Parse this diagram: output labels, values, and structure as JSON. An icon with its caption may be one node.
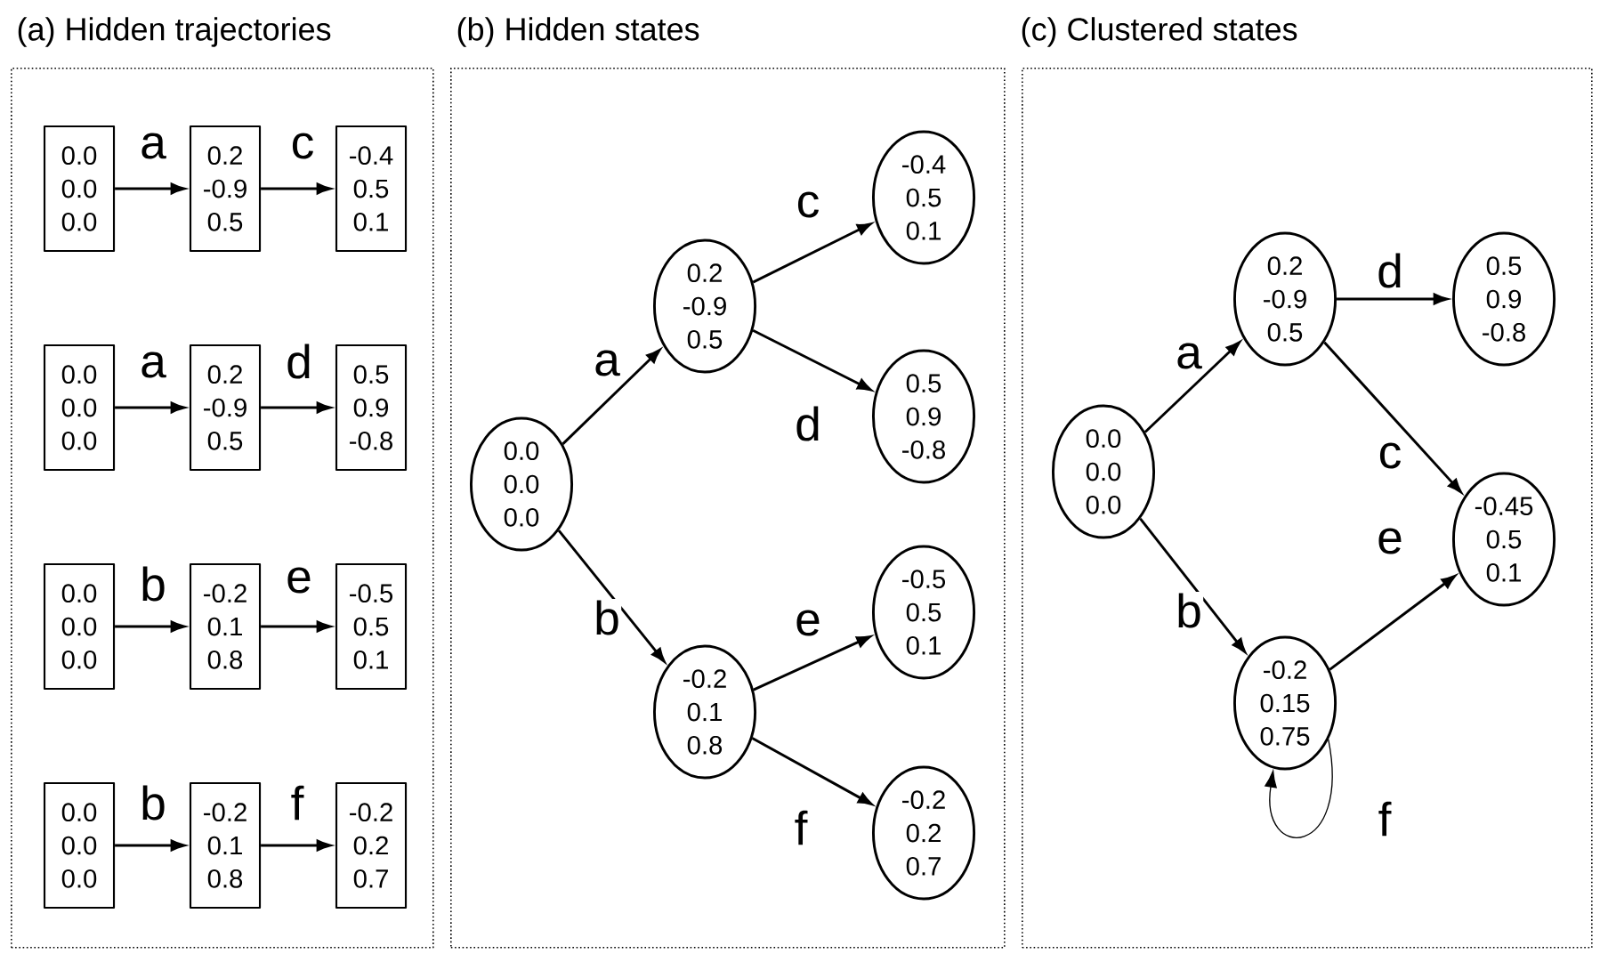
{
  "diagram": {
    "nodes": [
      {
        "text": [
          "(a) Hidden trajectories"
        ]
      },
      {
        "text": [
          "0.0 0.0 0.0"
        ],
        "in": 0
      },
      {
        "text": [
          "0.2 -0.9 0.5"
        ],
        "in": 0
      },
      {
        "text": [
          "-0.4 0.5 0.1"
        ],
        "in": 0
      },
      {
        "text": [
          "0.0 0.0 0.0"
        ],
        "in": 0
      },
      {
        "text": [
          "0.2 -0.9 0.5"
        ],
        "in": 0
      },
      {
        "text": [
          "0.5 0.9 -0.8"
        ],
        "in": 0
      },
      {
        "text": [
          "0.0 0.0 0.0"
        ],
        "in": 0
      },
      {
        "text": [
          "-0.2 0.1 0.8"
        ],
        "in": 0
      },
      {
        "text": [
          "-0.5 0.5 0.1"
        ],
        "in": 0
      },
      {
        "text": [
          "0.0 0.0 0.0"
        ],
        "in": 0
      },
      {
        "text": [
          "-0.2 0.1 0.8"
        ],
        "in": 0
      },
      {
        "text": [
          "-0.2 0.2 0.7"
        ],
        "in": 0
      },
      {
        "text": [
          "(b) Hidden states"
        ]
      },
      {
        "text": [
          "0.0 0.0 0.0"
        ],
        "in": 13
      },
      {
        "text": [
          "0.2 -0.9 0.5"
        ],
        "in": 13
      },
      {
        "text": [
          "-0.4 0.5 0.1"
        ],
        "in": 13
      },
      {
        "text": [
          "0.5 0.9 -0.8"
        ],
        "in": 13
      },
      {
        "text": [
          "-0.2 0.1 0.8"
        ],
        "in": 13
      },
      {
        "text": [
          "-0.5 0.5 0.1"
        ],
        "in": 13
      },
      {
        "text": [
          "-0.2 0.2 0.7"
        ],
        "in": 13
      },
      {
        "text": [
          "(c) Clustered states"
        ]
      },
      {
        "text": [
          "0.0 0.0 0.0"
        ],
        "in": 21
      },
      {
        "text": [
          "0.2 -0.9 0.5"
        ],
        "in": 21
      },
      {
        "text": [
          "0.5 0.9 -0.8"
        ],
        "in": 21
      },
      {
        "text": [
          "-0.45 0.5 0.1"
        ],
        "in": 21
      },
      {
        "text": [
          "-0.2 0.15 0.75"
        ],
        "in": 21
      }
    ],
    "edges": [
      {
        "from": 1,
        "to": 2,
        "arrow": "to",
        "label": "a"
      },
      {
        "from": 2,
        "to": 3,
        "arrow": "to",
        "label": "c"
      },
      {
        "from": 4,
        "to": 5,
        "arrow": "to",
        "label": "a"
      },
      {
        "from": 5,
        "to": 6,
        "arrow": "to",
        "label": "d"
      },
      {
        "from": 7,
        "to": 8,
        "arrow": "to",
        "label": "b"
      },
      {
        "from": 8,
        "to": 9,
        "arrow": "to",
        "label": "e"
      },
      {
        "from": 10,
        "to": 11,
        "arrow": "to",
        "label": "b"
      },
      {
        "from": 11,
        "to": 12,
        "arrow": "to",
        "label": "f"
      },
      {
        "from": 14,
        "to": 15,
        "arrow": "to",
        "label": "a"
      },
      {
        "from": 15,
        "to": 16,
        "arrow": "to",
        "label": "c"
      },
      {
        "from": 15,
        "to": 17,
        "arrow": "to",
        "label": "d"
      },
      {
        "from": 14,
        "to": 18,
        "arrow": "to",
        "label": "b"
      },
      {
        "from": 18,
        "to": 19,
        "arrow": "to",
        "label": "e"
      },
      {
        "from": 18,
        "to": 20,
        "arrow": "to",
        "label": "f"
      },
      {
        "from": 22,
        "to": 23,
        "arrow": "to",
        "label": "a"
      },
      {
        "from": 23,
        "to": 24,
        "arrow": "to",
        "label": "d"
      },
      {
        "from": 23,
        "to": 25,
        "arrow": "to",
        "label": "c"
      },
      {
        "from": 22,
        "to": 26,
        "arrow": "to",
        "label": "b"
      },
      {
        "from": 26,
        "to": 25,
        "arrow": "to",
        "label": "e"
      },
      {
        "from": 26,
        "to": 26,
        "arrow": "to",
        "label": "f"
      }
    ]
  }
}
